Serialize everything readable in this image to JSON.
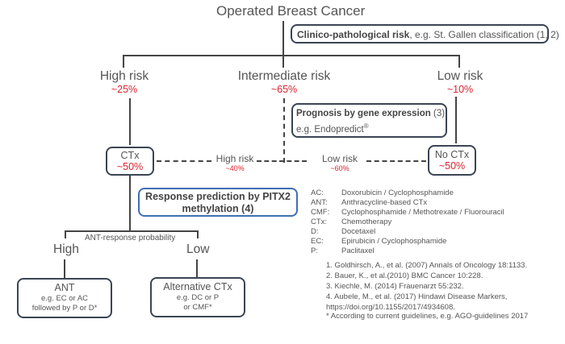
{
  "title": "Operated Breast Cancer",
  "clinico_box": {
    "bold": "Clinico-pathological risk",
    "rest": ", e.g. St. Gallen classification (1, 2)"
  },
  "risk_groups": [
    {
      "label": "High risk",
      "pct": "~25%"
    },
    {
      "label": "Intermediate risk",
      "pct": "~65%"
    },
    {
      "label": "Low risk",
      "pct": "~10%"
    }
  ],
  "gene_box": {
    "bold": "Prognosis by gene expression",
    "ref": " (3)",
    "line2": "e.g. Endopredict",
    "sup": "®"
  },
  "ctx_box": {
    "label": "CTx",
    "pct": "~50%"
  },
  "no_ctx_box": {
    "label": "No CTx",
    "pct": "~50%"
  },
  "gene_results": [
    {
      "label": "High risk",
      "pct": "~40%"
    },
    {
      "label": "Low risk",
      "pct": "~60%"
    }
  ],
  "pitx2_box": {
    "line1": "Response prediction by PITX2",
    "line2": "methylation (4)"
  },
  "ant_response": {
    "label": "ANT-response probability",
    "high": "High",
    "low": "Low"
  },
  "ant_box": {
    "title": "ANT",
    "line1": "e.g. EC or AC",
    "line2": "followed by P or D*"
  },
  "alt_box": {
    "title": "Alternative CTx",
    "line1": "e.g. DC or P",
    "line2": "or CMF*"
  },
  "abbreviations": [
    {
      "key": "AC:",
      "value": "Doxorubicin / Cyclophosphamide"
    },
    {
      "key": "ANT:",
      "value": "Anthracycline-based CTx"
    },
    {
      "key": "CMF:",
      "value": "Cyclophosphamide / Methotrexate / Fluorouracil"
    },
    {
      "key": "CTx:",
      "value": "Chemotherapy"
    },
    {
      "key": "D:",
      "value": "Docetaxel"
    },
    {
      "key": "EC:",
      "value": "Epirubicin / Cyclophosphamide"
    },
    {
      "key": "P:",
      "value": "Paclitaxel"
    }
  ],
  "references": [
    "1. Goldhirsch, A., et al. (2007) Annals of Oncology 18:1133.",
    "2. Bauer, K., et al.(2010) BMC Cancer 10:228.",
    "3. Kiechle, M. (2014) Frauenarzt 55:232.",
    "4. Aubele, M., et al. (2017) Hindawi Disease Markers,",
    "https://doi.org/10.1155/2017/4934608."
  ],
  "footnote": "* According to current guidelines, e.g. AGO-guidelines 2017",
  "colors": {
    "red": "#d9242f",
    "blue_border": "#3f6fb2",
    "dark_border": "#3b4454"
  }
}
